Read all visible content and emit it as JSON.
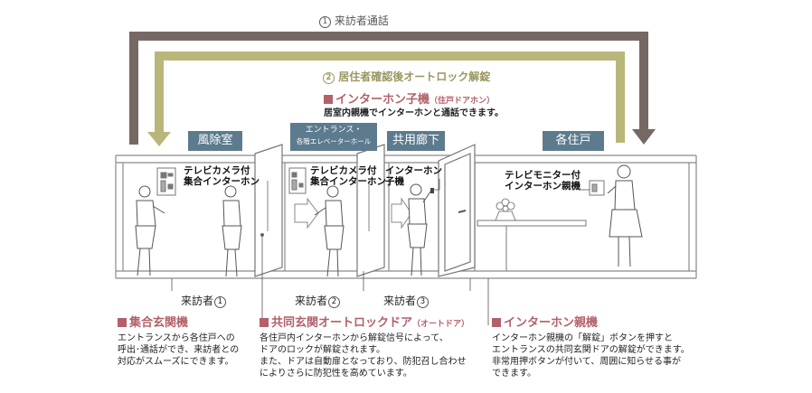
{
  "colors": {
    "route1": "#766863",
    "route2": "#b9b67a",
    "room_label": "#5d7b8e",
    "accent": "#b3606a",
    "wall": "#7a7a7a"
  },
  "route1": {
    "num": "1",
    "label": "来訪者通話"
  },
  "route2": {
    "num": "2",
    "label": "居住者確認後オートロック解錠"
  },
  "child_unit": {
    "title": "インターホン子機",
    "sub": "（住戸ドアホン）",
    "desc": "居室内親機でインターホンと通話できます。"
  },
  "rooms": {
    "windbreak": "風除室",
    "entrance_line1": "エントランス・",
    "entrance_line2": "各階エレベーターホール",
    "corridor": "共用廊下",
    "unit": "各住戸"
  },
  "devices": {
    "d1_line1": "テレビカメラ付",
    "d1_line2": "集合インターホン",
    "d2_line1": "テレビカメラ付",
    "d2_line2": "集合インターホン",
    "d3_line1": "インターホン",
    "d3_line2": "子機",
    "d4_line1": "テレビモニター付",
    "d4_line2": "インターホン親機"
  },
  "visitors": {
    "v1": {
      "label": "来訪者",
      "num": "1"
    },
    "v2": {
      "label": "来訪者",
      "num": "2"
    },
    "v3": {
      "label": "来訪者",
      "num": "3"
    }
  },
  "sections": {
    "s1": {
      "title": "集合玄関機",
      "body": [
        "エントランスから各住戸への",
        "呼出･通話ができ、来訪者との",
        "対応がスムーズにできます。"
      ]
    },
    "s2": {
      "title": "共同玄関オートロックドア",
      "sub": "（オートドア）",
      "body": [
        "各住戸内インターホンから解錠信号によって、",
        "ドアのロックが解錠されます。",
        "また、ドアは自動扉となっており、防犯召し合わせ",
        "によりさらに防犯性を高めています。"
      ]
    },
    "s3": {
      "title": "インターホン親機",
      "body": [
        "インターホン親機の「解錠」ボタンを押すと",
        "エントランスの共同玄関ドアの解錠ができます。",
        "非常用押ボタンが付いて、周囲に知らせる事が",
        "できます。"
      ]
    }
  }
}
